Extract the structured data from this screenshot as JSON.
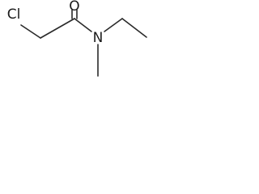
{
  "molecule": {
    "atoms": {
      "chlorine": "Cl",
      "oxygen": "O",
      "nitrogen": "N"
    }
  },
  "colors": {
    "bond": "#2a2a2a",
    "text": "#1a1a1a",
    "background": "#ffffff"
  }
}
